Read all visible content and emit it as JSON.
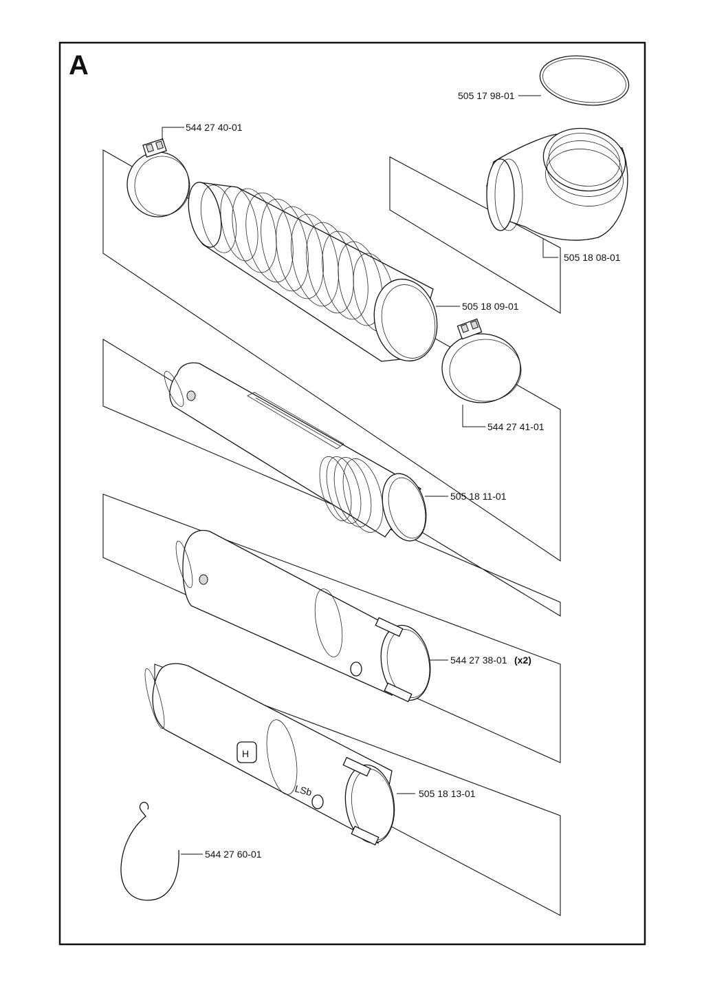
{
  "section_letter": "A",
  "parts": [
    {
      "id": "p1",
      "number": "505 17 98-01"
    },
    {
      "id": "p2",
      "number": "544 27 40-01"
    },
    {
      "id": "p3",
      "number": "505 18 08-01"
    },
    {
      "id": "p4",
      "number": "505 18 09-01"
    },
    {
      "id": "p5",
      "number": "544 27 41-01"
    },
    {
      "id": "p6",
      "number": "505 18 11-01"
    },
    {
      "id": "p7",
      "number": "544 27 38-01",
      "qty": "(x2)"
    },
    {
      "id": "p8",
      "number": "505 18 13-01"
    },
    {
      "id": "p9",
      "number": "544 27 60-01"
    }
  ]
}
